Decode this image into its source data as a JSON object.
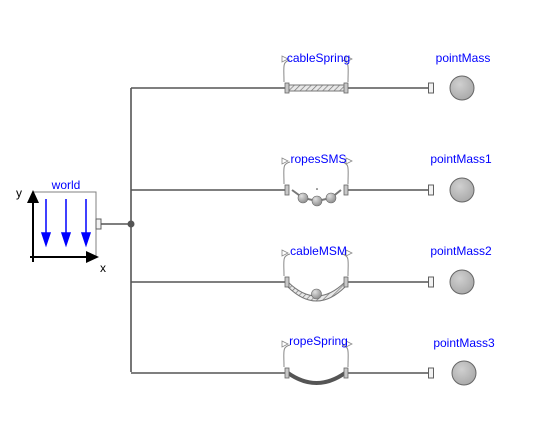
{
  "diagram": {
    "world": {
      "label": "world",
      "axis_x": "x",
      "axis_y": "y"
    },
    "components": [
      {
        "name": "cableSpring",
        "kind": "spring-hatched",
        "mass_label": "pointMass"
      },
      {
        "name": "ropesSMS",
        "kind": "beads",
        "mass_label": "pointMass1"
      },
      {
        "name": "cableMSM",
        "kind": "sag-hatched",
        "mass_label": "pointMass2"
      },
      {
        "name": "ropeSpring",
        "kind": "sag-solid",
        "mass_label": "pointMass3"
      }
    ],
    "colors": {
      "label": "#0000ff",
      "wire": "#555555",
      "mass_fill": "#b8b8b8",
      "gravity_arrow": "#0000ff"
    }
  }
}
